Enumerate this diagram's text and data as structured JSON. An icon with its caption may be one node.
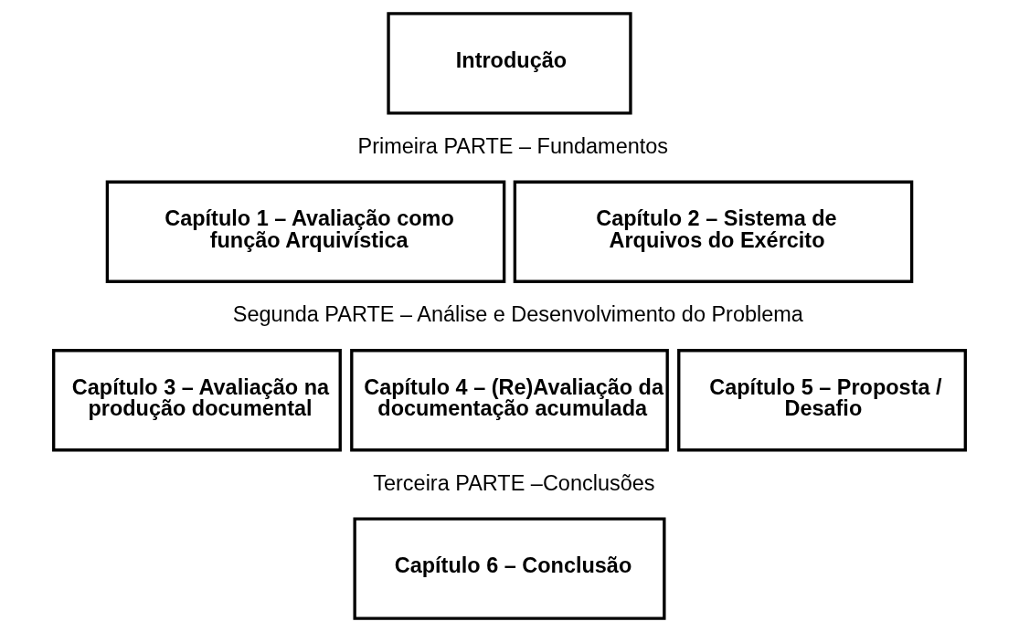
{
  "diagram": {
    "nodes": [
      {
        "text": [
          "Introdução"
        ]
      },
      {
        "text": [
          "Capítulo 1 – Avaliação como função Arquivística"
        ]
      },
      {
        "text": [
          "Capítulo 2 – Sistema de Arquivos do Exército"
        ]
      },
      {
        "text": [
          "Capítulo 3 – Avaliação na produção documental"
        ]
      },
      {
        "text": [
          "Capítulo 4 – (Re)Avaliação da documentação acumulada"
        ]
      },
      {
        "text": [
          "Capítulo 5 – Proposta / Desafio"
        ]
      },
      {
        "text": [
          "Capítulo 6 – Conclusão"
        ]
      }
    ],
    "labels": [
      "Primeira PARTE – Fundamentos",
      "Segunda PARTE – Análise e Desenvolvimento do Problema",
      "Terceira PARTE –Conclusões"
    ]
  }
}
